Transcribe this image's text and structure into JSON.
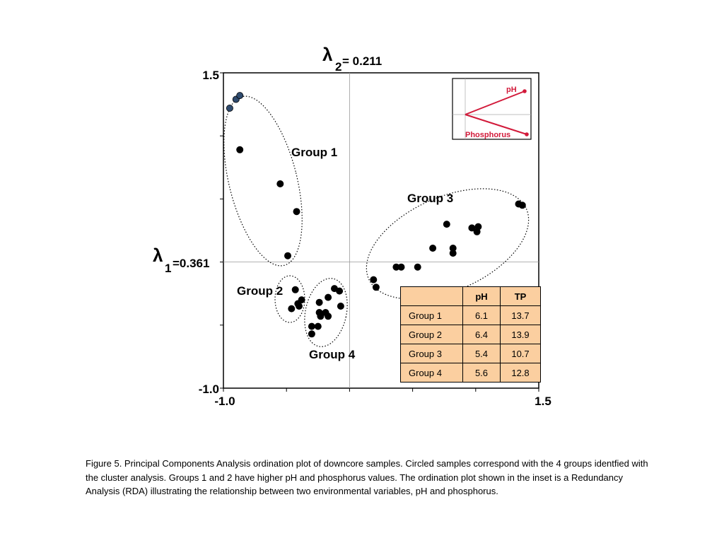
{
  "chart_data": {
    "type": "scatter",
    "x_axis": {
      "lambda_label": "λ",
      "lambda_subscript": "1",
      "eigenvalue": "=0.361",
      "min_label": "-1.0",
      "max_label": "1.5",
      "range": [
        -1.0,
        1.5
      ]
    },
    "y_axis": {
      "lambda_label": "λ",
      "lambda_subscript": "2",
      "eigenvalue": "= 0.211",
      "min_label": "-1.0",
      "max_label": "1.5",
      "range": [
        -1.0,
        1.5
      ]
    },
    "origin": [
      0,
      0
    ],
    "grid": false,
    "crosshair_at_origin": true,
    "colors": {
      "points": "#000000",
      "group1_points": "#2f4b6e",
      "vectors": "#d21a3a",
      "table_fill": "#fbcfa0"
    },
    "series": [
      {
        "name": "Group 1",
        "points": [
          [
            -0.95,
            1.22
          ],
          [
            -0.9,
            1.29
          ],
          [
            -0.87,
            1.32
          ],
          [
            -0.87,
            0.89
          ],
          [
            -0.55,
            0.62
          ],
          [
            -0.42,
            0.4
          ],
          [
            -0.49,
            0.05
          ]
        ]
      },
      {
        "name": "Group 2",
        "points": [
          [
            -0.43,
            -0.22
          ],
          [
            -0.38,
            -0.3
          ],
          [
            -0.41,
            -0.33
          ],
          [
            -0.4,
            -0.35
          ],
          [
            -0.46,
            -0.37
          ]
        ]
      },
      {
        "name": "Group 4",
        "points": [
          [
            -0.12,
            -0.21
          ],
          [
            -0.08,
            -0.23
          ],
          [
            -0.24,
            -0.32
          ],
          [
            -0.17,
            -0.28
          ],
          [
            -0.07,
            -0.35
          ],
          [
            -0.24,
            -0.4
          ],
          [
            -0.19,
            -0.4
          ],
          [
            -0.23,
            -0.43
          ],
          [
            -0.17,
            -0.43
          ],
          [
            -0.3,
            -0.51
          ],
          [
            -0.25,
            -0.51
          ],
          [
            -0.3,
            -0.57
          ]
        ]
      },
      {
        "name": "Group 3",
        "points": [
          [
            1.34,
            0.46
          ],
          [
            1.37,
            0.45
          ],
          [
            1.02,
            0.28
          ],
          [
            1.01,
            0.24
          ],
          [
            0.97,
            0.27
          ],
          [
            0.77,
            0.3
          ],
          [
            0.82,
            0.11
          ],
          [
            0.82,
            0.07
          ],
          [
            0.66,
            0.11
          ],
          [
            0.54,
            -0.04
          ],
          [
            0.41,
            -0.04
          ],
          [
            0.37,
            -0.04
          ],
          [
            0.19,
            -0.14
          ],
          [
            0.21,
            -0.2
          ]
        ]
      }
    ],
    "group_labels": [
      "Group 1",
      "Group 2",
      "Group 3",
      "Group 4"
    ],
    "inset": {
      "vectors": [
        {
          "label": "pH",
          "x": 0.9,
          "y": 0.55
        },
        {
          "label": "Phosphorus",
          "x": 0.9,
          "y": -0.45
        }
      ]
    },
    "table": {
      "headers": [
        "",
        "pH",
        "TP"
      ],
      "rows": [
        [
          "Group 1",
          "6.1",
          "13.7"
        ],
        [
          "Group 2",
          "6.4",
          "13.9"
        ],
        [
          "Group 3",
          "5.4",
          "10.7"
        ],
        [
          "Group 4",
          "5.6",
          "12.8"
        ]
      ]
    }
  },
  "caption": "Figure 5.   Principal Components Analysis ordination plot of downcore samples. Circled samples correspond with the 4 groups identfied with the cluster analysis. Groups 1 and 2 have higher pH and phosphorus values. The ordination plot shown in the inset is a Redundancy Analysis (RDA) illustrating the relationship between two environmental variables, pH and phosphorus."
}
